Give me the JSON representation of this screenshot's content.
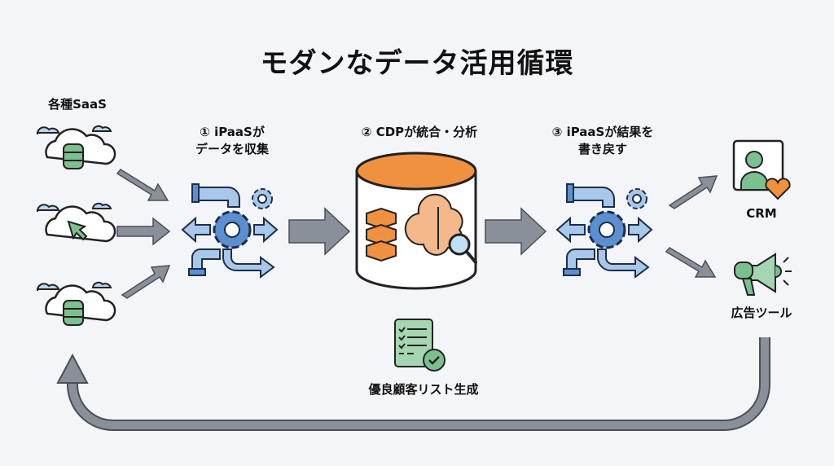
{
  "title": "モダンなデータ活用循環",
  "sources": {
    "label": "各種SaaS",
    "items": [
      {
        "icon": "cloud-database-icon"
      },
      {
        "icon": "cloud-cursor-icon"
      },
      {
        "icon": "cloud-database-icon"
      }
    ]
  },
  "steps": [
    {
      "label_line1": "① iPaaSが",
      "label_line2": "データを収集",
      "icon": "integration-gears-icon"
    },
    {
      "label_line1": "② CDPが統合・分析",
      "icon": "cdp-database-icon"
    },
    {
      "label_line1": "③ iPaaSが結果を",
      "label_line2": "書き戻す",
      "icon": "integration-gears-icon"
    }
  ],
  "output": {
    "label": "優良顧客リスト生成",
    "icon": "checklist-icon"
  },
  "destinations": [
    {
      "label": "CRM",
      "icon": "crm-contact-icon"
    },
    {
      "label": "広告ツール",
      "icon": "megaphone-icon"
    }
  ],
  "colors": {
    "background": "#f3f5f8",
    "arrow": "#8a9099",
    "blue": "#5b8fd0",
    "lightblue": "#a8c8ea",
    "green": "#7cc08f",
    "orange": "#f0913f"
  }
}
